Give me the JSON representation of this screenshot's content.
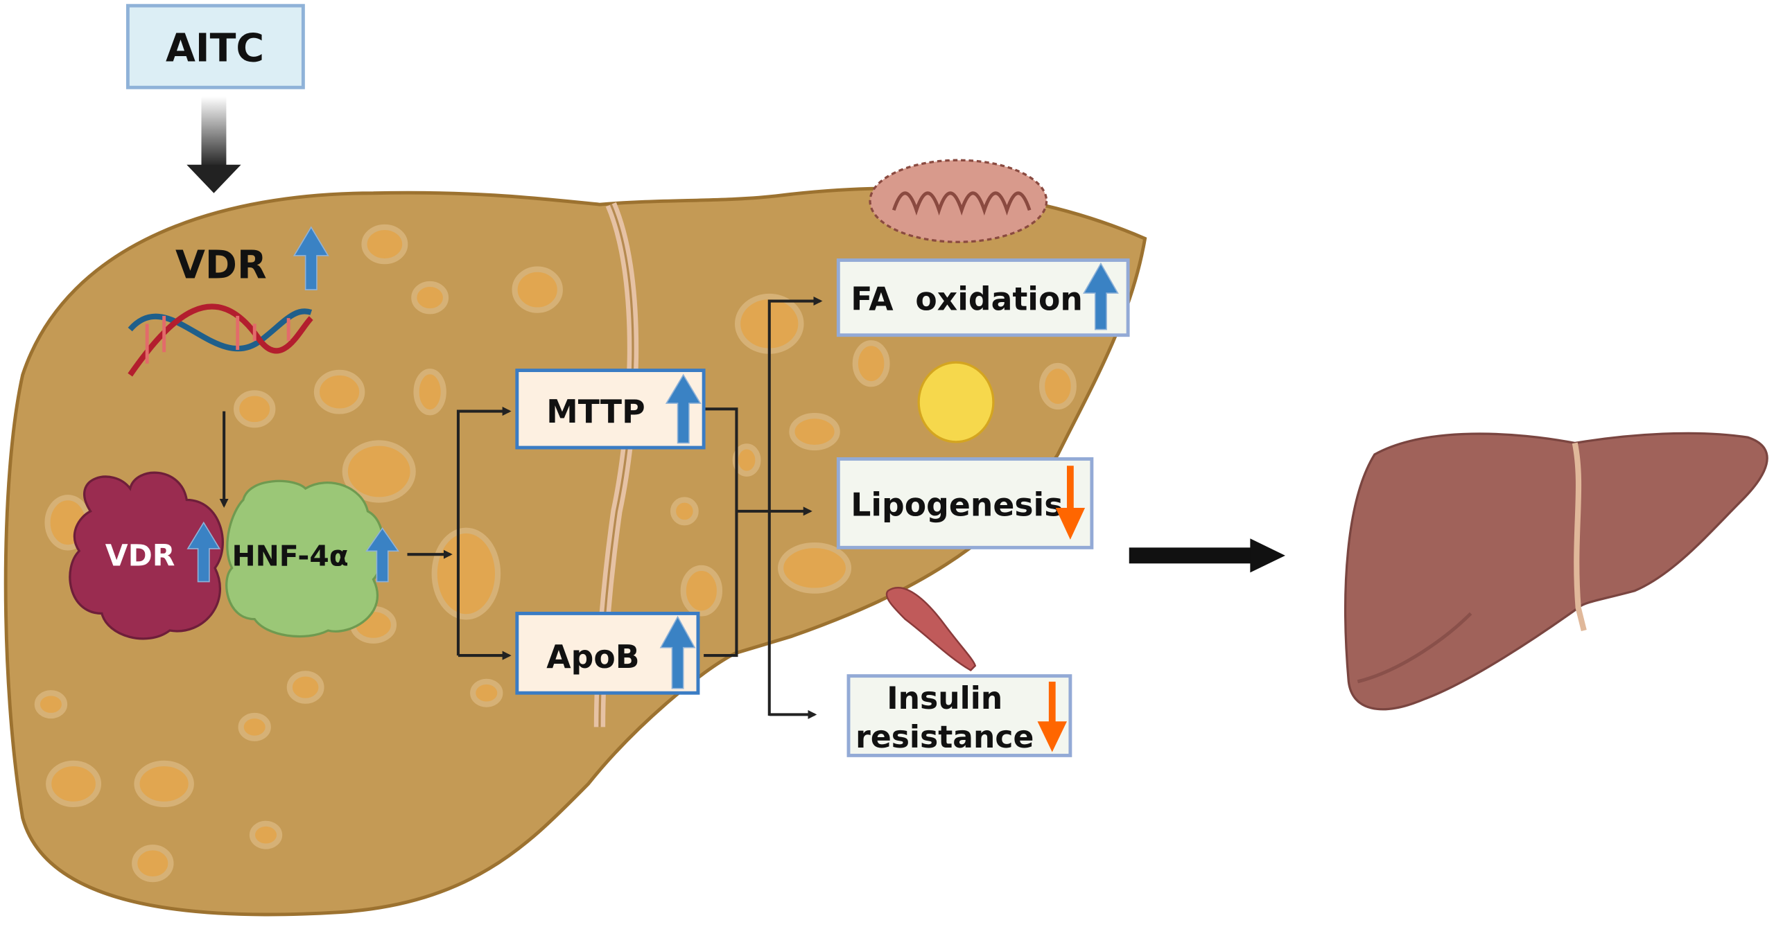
{
  "stimulus": {
    "label": "AITC"
  },
  "nodes": {
    "vdr_top": {
      "label": "VDR",
      "direction": "up"
    },
    "vdr_protein": {
      "label": "VDR",
      "direction": "up"
    },
    "hnf4a": {
      "label": "HNF-4α",
      "direction": "up"
    },
    "mttp": {
      "label": "MTTP",
      "direction": "up"
    },
    "apob": {
      "label": "ApoB",
      "direction": "up"
    },
    "fa_oxidation": {
      "label": "FA  oxidation",
      "direction": "up"
    },
    "lipogenesis": {
      "label": "Lipogenesis",
      "direction": "down"
    },
    "insulin_resistance": {
      "line1": "Insulin",
      "line2": "resistance",
      "direction": "down"
    }
  },
  "colors": {
    "up_arrow": "#3a82c4",
    "down_arrow": "#ff6600",
    "liver_fatty": "#c49a55",
    "liver_healthy": "#a0625a",
    "box_blue_border": "#3a7cc4",
    "box_light_border": "#93aad6"
  }
}
